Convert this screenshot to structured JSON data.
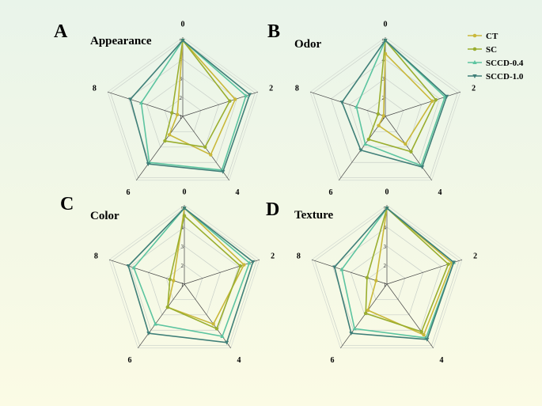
{
  "figure": {
    "legend": [
      {
        "label": "CT",
        "color": "#c9b83a",
        "marker": "circle"
      },
      {
        "label": "SC",
        "color": "#9aae2f",
        "marker": "circle"
      },
      {
        "label": "SCCD-0.4",
        "color": "#5cc4a0",
        "marker": "triangle-up"
      },
      {
        "label": "SCCD-1.0",
        "color": "#3f7f78",
        "marker": "triangle-down"
      }
    ]
  },
  "chart_data": [
    {
      "type": "radar",
      "panel_letter": "A",
      "title": "Appearance",
      "axes": [
        "0",
        "2",
        "4",
        "6",
        "8"
      ],
      "radial_ticks": [
        "1",
        "2",
        "3",
        "4",
        "5"
      ],
      "rlim": [
        1,
        5
      ],
      "series": [
        {
          "name": "CT",
          "values": [
            5.0,
            3.9,
            3.5,
            2.2,
            1.3
          ]
        },
        {
          "name": "SC",
          "values": [
            5.0,
            3.6,
            3.0,
            2.6,
            1.6
          ]
        },
        {
          "name": "SCCD-0.4",
          "values": [
            5.0,
            4.5,
            4.5,
            4.0,
            3.3
          ]
        },
        {
          "name": "SCCD-1.0",
          "values": [
            5.0,
            4.7,
            4.6,
            4.1,
            3.9
          ]
        }
      ]
    },
    {
      "type": "radar",
      "panel_letter": "B",
      "title": "Odor",
      "axes": [
        "0",
        "2",
        "4",
        "6",
        "8"
      ],
      "radial_ticks": [
        "1",
        "2",
        "3",
        "4",
        "5"
      ],
      "rlim": [
        1,
        5
      ],
      "series": [
        {
          "name": "CT",
          "values": [
            4.3,
            3.6,
            2.8,
            1.6,
            1.1
          ]
        },
        {
          "name": "SC",
          "values": [
            5.0,
            3.8,
            3.3,
            2.5,
            1.4
          ]
        },
        {
          "name": "SCCD-0.4",
          "values": [
            5.0,
            4.3,
            4.2,
            2.8,
            2.6
          ]
        },
        {
          "name": "SCCD-1.0",
          "values": [
            5.0,
            4.4,
            4.3,
            3.2,
            3.4
          ]
        }
      ]
    },
    {
      "type": "radar",
      "panel_letter": "C",
      "title": "Color",
      "axes": [
        "0",
        "2",
        "4",
        "6",
        "8"
      ],
      "radial_ticks": [
        "1",
        "2",
        "3",
        "4",
        "5"
      ],
      "rlim": [
        1,
        5
      ],
      "series": [
        {
          "name": "CT",
          "values": [
            5.0,
            4.3,
            3.6,
            2.5,
            1.6
          ]
        },
        {
          "name": "SC",
          "values": [
            4.6,
            4.1,
            3.9,
            2.5,
            1.8
          ]
        },
        {
          "name": "SCCD-0.4",
          "values": [
            5.0,
            4.6,
            4.4,
            3.6,
            3.8
          ]
        },
        {
          "name": "SCCD-1.0",
          "values": [
            5.0,
            4.8,
            4.8,
            4.2,
            4.1
          ]
        }
      ]
    },
    {
      "type": "radar",
      "panel_letter": "D",
      "title": "Texture",
      "axes": [
        "0",
        "2",
        "4",
        "6",
        "8"
      ],
      "radial_ticks": [
        "1",
        "2",
        "3",
        "4",
        "5"
      ],
      "rlim": [
        1,
        5
      ],
      "series": [
        {
          "name": "CT",
          "values": [
            5.0,
            4.6,
            4.3,
            2.7,
            1.6
          ]
        },
        {
          "name": "SC",
          "values": [
            5.0,
            4.4,
            4.1,
            2.9,
            2.1
          ]
        },
        {
          "name": "SCCD-0.4",
          "values": [
            5.0,
            4.7,
            4.5,
            3.9,
            3.5
          ]
        },
        {
          "name": "SCCD-1.0",
          "values": [
            5.0,
            4.7,
            4.6,
            4.2,
            3.9
          ]
        }
      ]
    }
  ]
}
